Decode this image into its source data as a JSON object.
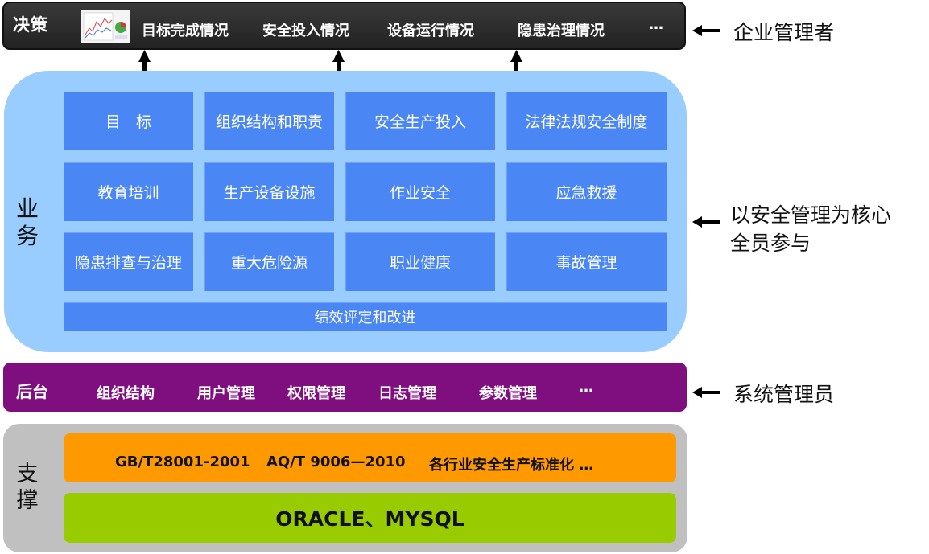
{
  "decision": {
    "title": "决策",
    "items": [
      "目标完成情况",
      "安全投入情况",
      "设备运行情况",
      "隐患治理情况",
      "…"
    ],
    "role": "企业管理者"
  },
  "business": {
    "title": "业务",
    "grid": [
      [
        "目　标",
        "组织结构和职责",
        "安全生产投入",
        "法律法规安全制度"
      ],
      [
        "教育培训",
        "生产设备设施",
        "作业安全",
        "应急救援"
      ],
      [
        "隐患排查与治理",
        "重大危险源",
        "职业健康",
        "事故管理"
      ]
    ],
    "footer": "绩效评定和改进",
    "role_line1": "以安全管理为核心",
    "role_line2": "全员参与"
  },
  "admin": {
    "title": "后台",
    "items": [
      "组织结构",
      "用户管理",
      "权限管理",
      "日志管理",
      "参数管理",
      "…"
    ],
    "role": "系统管理员"
  },
  "support": {
    "title": "支撑",
    "standards": [
      "GB/T28001-2001",
      "AQ/T 9006—2010",
      "各行业安全生产标准化 …"
    ],
    "database": "ORACLE、MYSQL"
  },
  "colors": {
    "decision_bg": "#2e2e2e",
    "business_bg": "#99ccff",
    "cell_bg": "#4a86f4",
    "admin_bg": "#7f0f7f",
    "support_bg": "#c0c0c0",
    "standards_bg": "#ff9900",
    "database_bg": "#99cc00"
  }
}
